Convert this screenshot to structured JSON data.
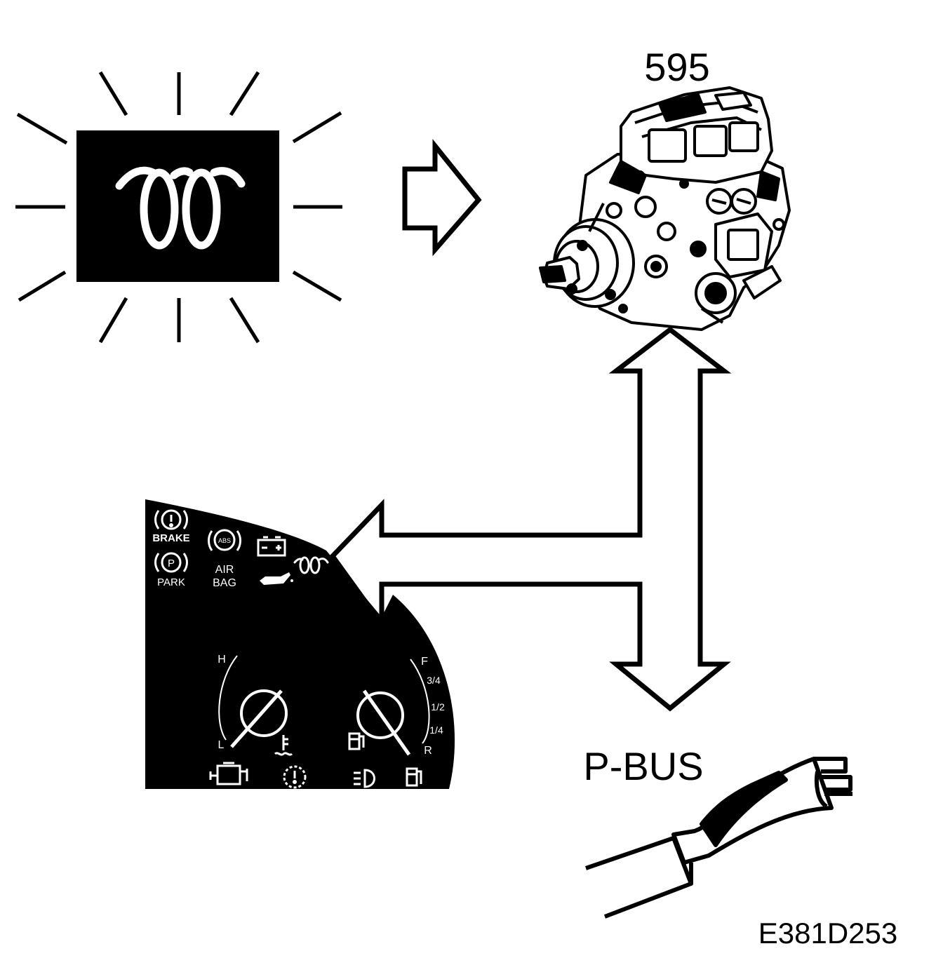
{
  "labels": {
    "component_number": "595",
    "bus_name": "P-BUS",
    "figure_code": "E381D253"
  },
  "instrument_panel": {
    "brake": "BRAKE",
    "park": "PARK",
    "park_symbol": "P",
    "abs": "ABS",
    "airbag_line1": "AIR",
    "airbag_line2": "BAG",
    "temp_high": "H",
    "temp_low": "L",
    "fuel_full": "F",
    "fuel_three_quarter": "3/4",
    "fuel_half": "1/2",
    "fuel_quarter": "1/4",
    "fuel_reserve": "R"
  },
  "icons": {
    "warning_lamp": "glow-plug-icon",
    "pump": "injection-pump-icon",
    "connector": "p-bus-connector-icon"
  },
  "colors": {
    "ink": "#000000",
    "paper": "#ffffff"
  }
}
